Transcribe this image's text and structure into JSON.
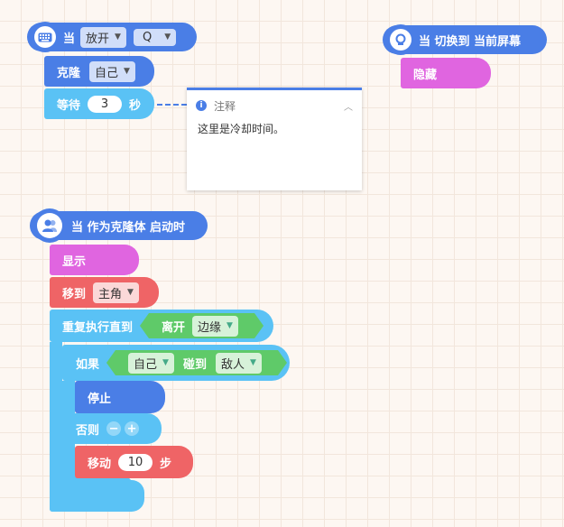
{
  "colors": {
    "event": "#4a7ee6",
    "control": "#5ac2f5",
    "looks": "#e065e0",
    "motion": "#ef6466",
    "operator": "#5fca69",
    "note_header": "#4a7ee6"
  },
  "key_event": {
    "prefix": "当",
    "action": "放开",
    "key": "Q",
    "icon": "keyboard-icon"
  },
  "clone_block": {
    "label": "克隆",
    "target": "自己"
  },
  "wait_block": {
    "label": "等待",
    "value": "3",
    "unit": "秒"
  },
  "note": {
    "title": "注释",
    "text": "这里是冷却时间。",
    "icon": "info-icon"
  },
  "screen_event": {
    "label": "当 切换到 当前屏幕",
    "icon": "screen-icon"
  },
  "hide_block": {
    "label": "隐藏"
  },
  "clone_start": {
    "label": "当 作为克隆体 启动时",
    "icon": "clone-person-icon"
  },
  "show_block": {
    "label": "显示"
  },
  "move_to": {
    "label": "移到",
    "target": "主角"
  },
  "repeat_until": {
    "label": "重复执行直到",
    "cond_label": "离开",
    "cond_target": "边缘"
  },
  "if_block": {
    "label": "如果",
    "obj": "自己",
    "touch": "碰到",
    "target": "敌人"
  },
  "stop_block": {
    "label": "停止"
  },
  "else_label": "否则",
  "move_steps": {
    "label": "移动",
    "value": "10",
    "unit": "步"
  }
}
